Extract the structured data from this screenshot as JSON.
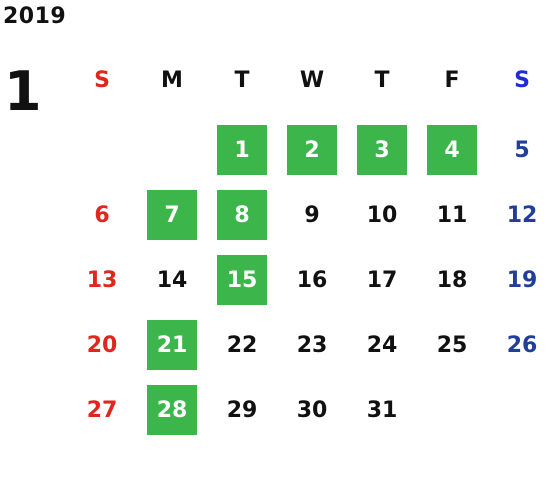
{
  "year": "2019",
  "month": "1",
  "weekdays": [
    "S",
    "M",
    "T",
    "W",
    "T",
    "F",
    "S"
  ],
  "weeks": [
    [
      {
        "day": ""
      },
      {
        "day": ""
      },
      {
        "day": "1",
        "highlight": true
      },
      {
        "day": "2",
        "highlight": true
      },
      {
        "day": "3",
        "highlight": true
      },
      {
        "day": "4",
        "highlight": true
      },
      {
        "day": "5"
      }
    ],
    [
      {
        "day": "6"
      },
      {
        "day": "7",
        "highlight": true
      },
      {
        "day": "8",
        "highlight": true
      },
      {
        "day": "9"
      },
      {
        "day": "10"
      },
      {
        "day": "11"
      },
      {
        "day": "12"
      }
    ],
    [
      {
        "day": "13"
      },
      {
        "day": "14"
      },
      {
        "day": "15",
        "highlight": true
      },
      {
        "day": "16"
      },
      {
        "day": "17"
      },
      {
        "day": "18"
      },
      {
        "day": "19"
      }
    ],
    [
      {
        "day": "20"
      },
      {
        "day": "21",
        "highlight": true
      },
      {
        "day": "22"
      },
      {
        "day": "23"
      },
      {
        "day": "24"
      },
      {
        "day": "25"
      },
      {
        "day": "26"
      }
    ],
    [
      {
        "day": "27"
      },
      {
        "day": "28",
        "highlight": true
      },
      {
        "day": "29"
      },
      {
        "day": "30"
      },
      {
        "day": "31"
      },
      {
        "day": ""
      },
      {
        "day": ""
      }
    ]
  ],
  "colors": {
    "highlight": "#3cb54a",
    "sunday": "#e0261d",
    "saturday": "#1f3f9a"
  }
}
